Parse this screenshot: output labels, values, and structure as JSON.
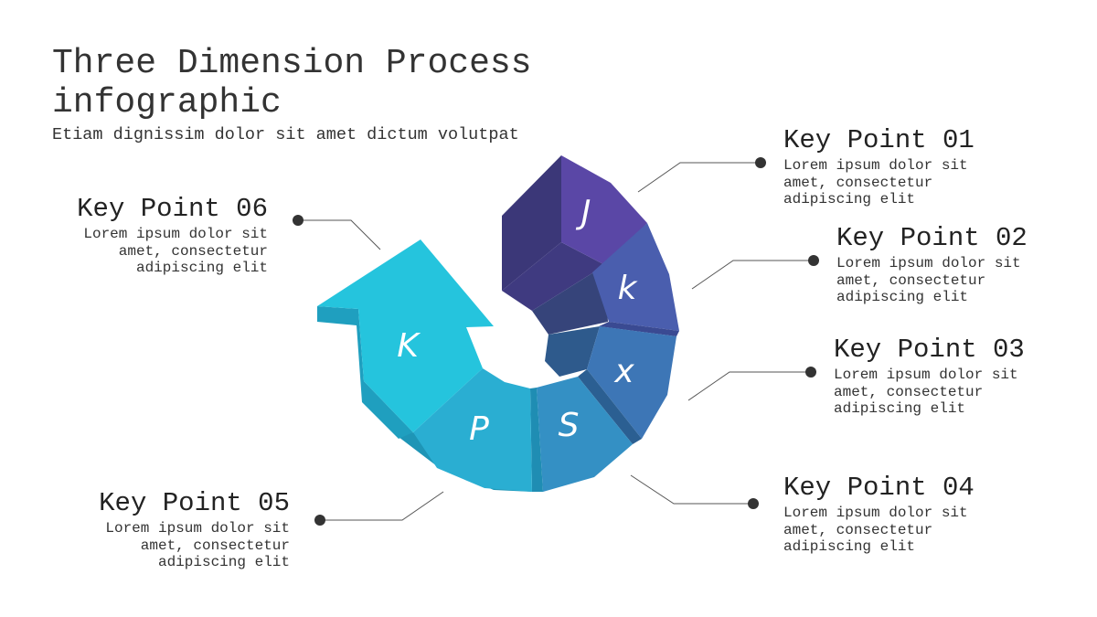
{
  "header": {
    "title": "Three Dimension Process infographic",
    "subtitle": "Etiam dignissim dolor sit amet dictum volutpat"
  },
  "key_points": [
    {
      "id": "01",
      "title": "Key Point 01",
      "body": "Lorem ipsum dolor sit amet, consectetur adipiscing elit",
      "letter": "J",
      "color": "#5a47a6"
    },
    {
      "id": "02",
      "title": "Key Point 02",
      "body": "Lorem ipsum dolor sit amet, consectetur adipiscing elit",
      "letter": "k",
      "color": "#4a5eae"
    },
    {
      "id": "03",
      "title": "Key Point 03",
      "body": "Lorem ipsum dolor sit amet, consectetur adipiscing elit",
      "letter": "x",
      "color": "#3d76b6"
    },
    {
      "id": "04",
      "title": "Key Point 04",
      "body": "Lorem ipsum dolor sit amet, consectetur adipiscing elit",
      "letter": "S",
      "color": "#3490c4"
    },
    {
      "id": "05",
      "title": "Key Point 05",
      "body": "Lorem ipsum dolor sit amet, consectetur adipiscing elit",
      "letter": "P",
      "color": "#2aaed2"
    },
    {
      "id": "06",
      "title": "Key Point 06",
      "body": "Lorem ipsum dolor sit amet, consectetur adipiscing elit",
      "letter": "K",
      "color": "#25c4dd"
    }
  ]
}
